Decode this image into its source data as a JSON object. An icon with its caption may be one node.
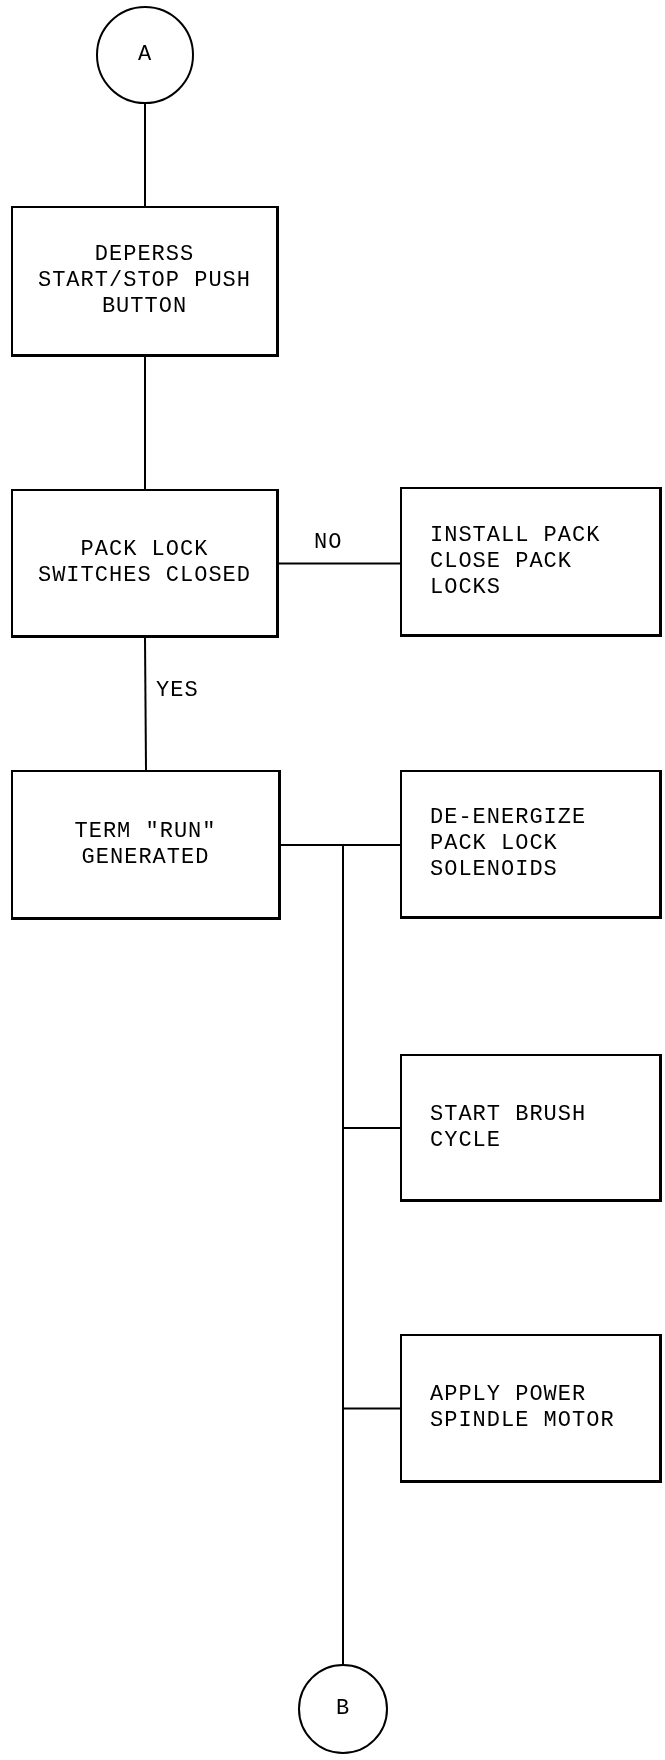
{
  "diagram": {
    "nodes": [
      {
        "text": [
          "A"
        ]
      },
      {
        "text": [
          "DEPERSS START/STOP PUSH BUTTON"
        ]
      },
      {
        "text": [
          "PACK LOCK SWITCHES CLOSED"
        ]
      },
      {
        "text": [
          "INSTALL PACK CLOSE PACK LOCKS"
        ]
      },
      {
        "text": [
          "TERM \"RUN\" GENERATED"
        ]
      },
      {
        "text": [
          "DE-ENERGIZE PACK LOCK SOLENOIDS"
        ]
      },
      {
        "text": [
          "START BRUSH CYCLE"
        ]
      },
      {
        "text": [
          "APPLY POWER SPINDLE MOTOR"
        ]
      },
      {
        "text": [
          "B"
        ]
      }
    ],
    "edges": [
      {
        "from": 0,
        "to": 1,
        "arrow": "none"
      },
      {
        "from": 1,
        "to": 2,
        "arrow": "none"
      },
      {
        "from": 2,
        "to": 3,
        "arrow": "none",
        "label": "NO"
      },
      {
        "from": 2,
        "to": 4,
        "arrow": "none",
        "label": "YES"
      },
      {
        "from": 4,
        "to": 5,
        "arrow": "none"
      },
      {
        "from": 4,
        "to": 6,
        "arrow": "none"
      },
      {
        "from": 4,
        "to": 7,
        "arrow": "none"
      },
      {
        "from": 4,
        "to": 8,
        "arrow": "none"
      }
    ]
  }
}
